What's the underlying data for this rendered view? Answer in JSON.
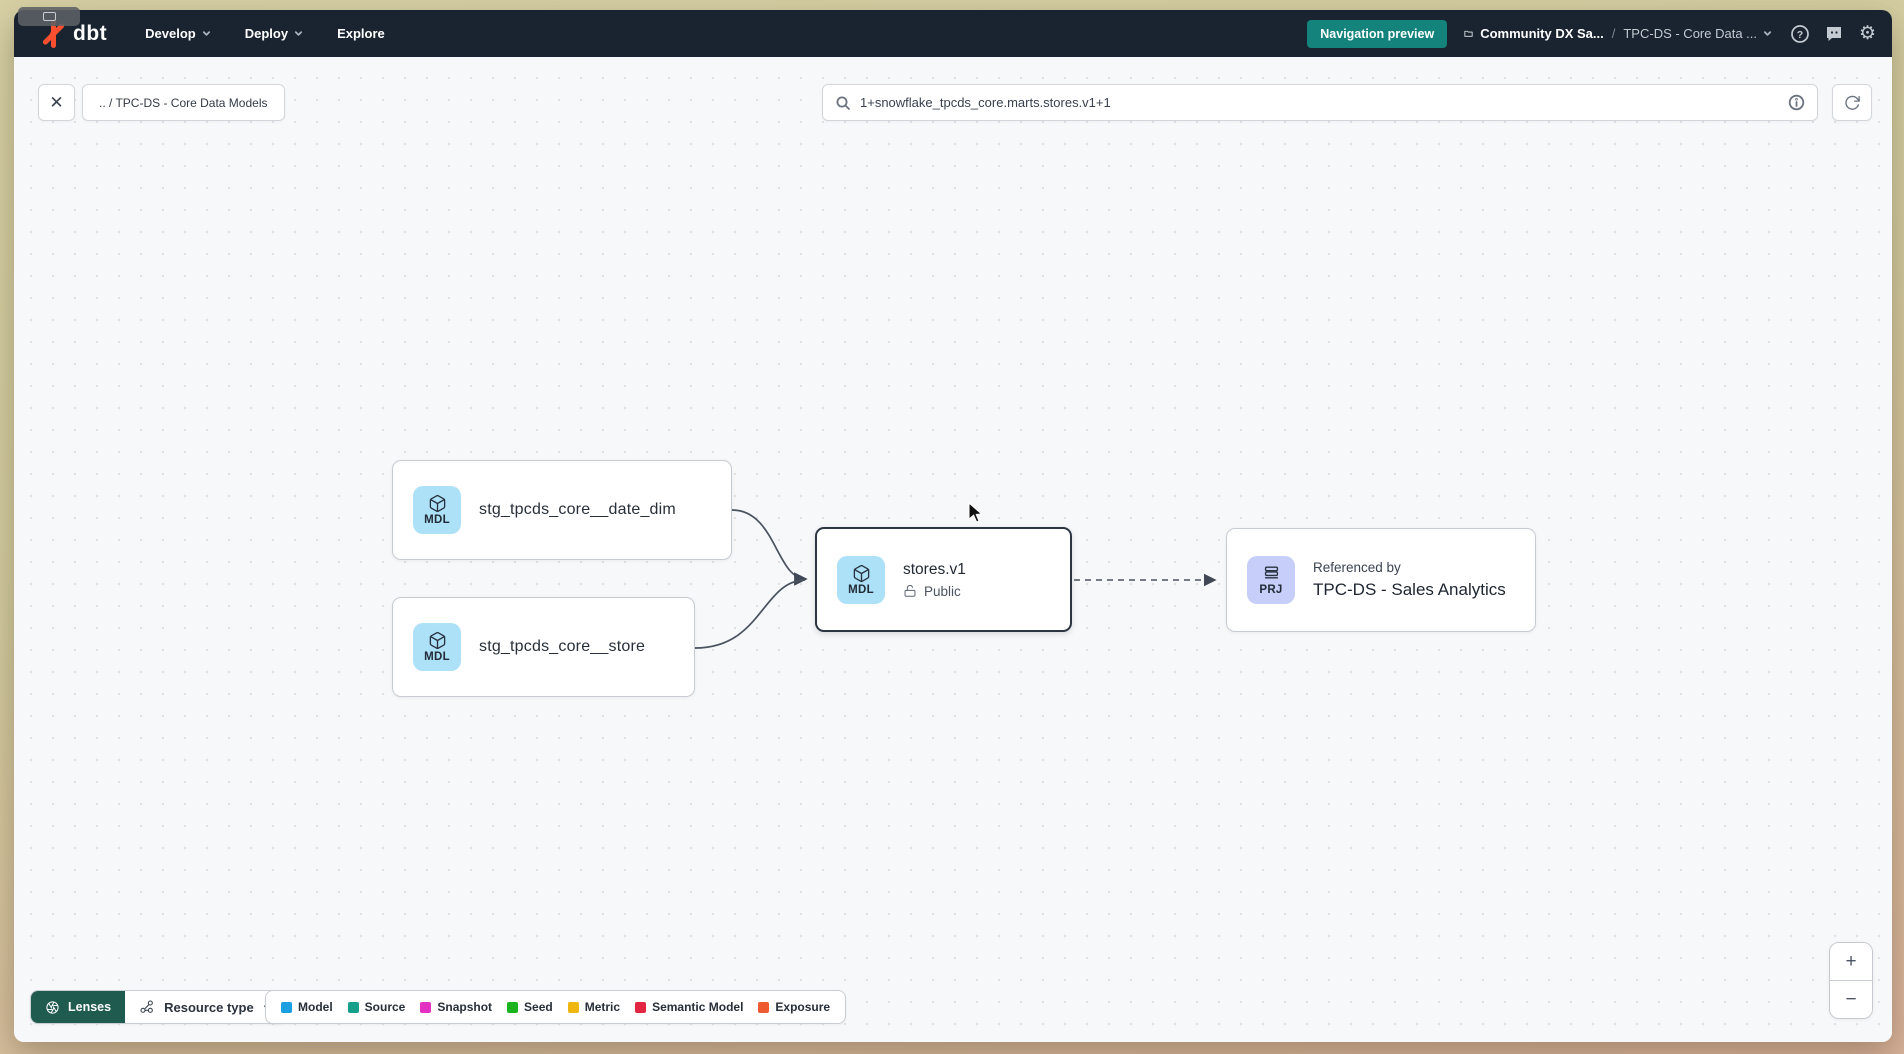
{
  "header": {
    "logo_text": "dbt",
    "nav": [
      {
        "label": "Develop"
      },
      {
        "label": "Deploy"
      },
      {
        "label": "Explore"
      }
    ],
    "preview_badge": "Navigation preview",
    "breadcrumb": {
      "project": "Community DX Sa...",
      "separator": "/",
      "item": "TPC-DS - Core Data ..."
    },
    "icons": {
      "settings_glyph": "⚙"
    }
  },
  "toolbar": {
    "close_glyph": "✕",
    "breadcrumb": ".. / TPC-DS - Core Data Models",
    "search_value": "1+snowflake_tpcds_core.marts.stores.v1+1"
  },
  "graph": {
    "nodes": [
      {
        "badge": "MDL",
        "title": "stg_tpcds_core__date_dim"
      },
      {
        "badge": "MDL",
        "title": "stg_tpcds_core__store"
      },
      {
        "badge": "MDL",
        "title": "stores.v1",
        "access": "Public",
        "selected": true
      },
      {
        "badge": "PRJ",
        "kicker": "Referenced by",
        "title": "TPC-DS - Sales Analytics"
      }
    ]
  },
  "footer": {
    "lenses_label": "Lenses",
    "resource_type_label": "Resource type",
    "legend": [
      {
        "label": "Model",
        "color": "#1c9fe0"
      },
      {
        "label": "Source",
        "color": "#16a08c"
      },
      {
        "label": "Snapshot",
        "color": "#e332c1"
      },
      {
        "label": "Seed",
        "color": "#1cb41e"
      },
      {
        "label": "Metric",
        "color": "#efb60f"
      },
      {
        "label": "Semantic Model",
        "color": "#e22540"
      },
      {
        "label": "Exposure",
        "color": "#ef5b31"
      }
    ]
  },
  "zoom_controls": {
    "zoom_in": "+",
    "zoom_out": "−"
  }
}
